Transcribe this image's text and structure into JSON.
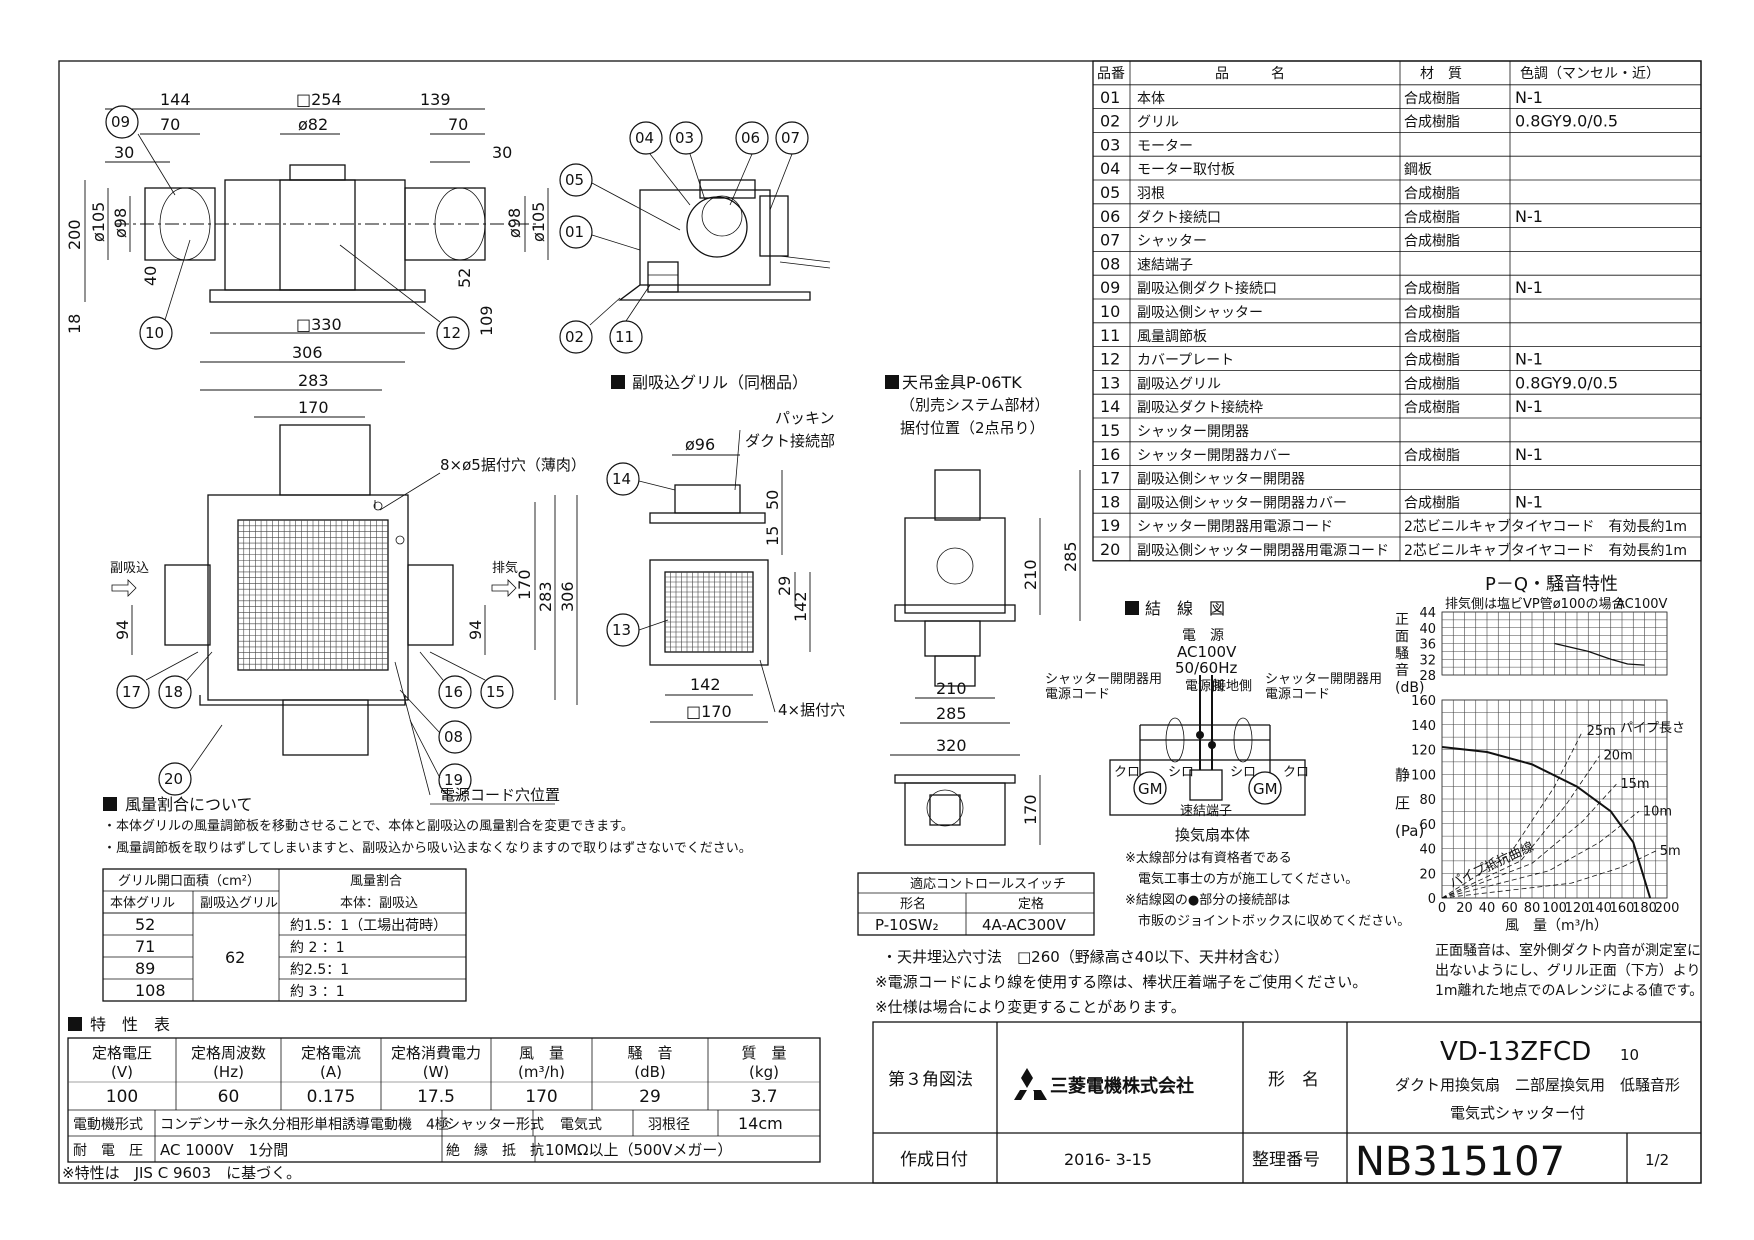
{
  "parts": {
    "headers": [
      "品番",
      "品　　　名",
      "材　質",
      "色調（マンセル・近）"
    ],
    "rows": [
      [
        "01",
        "本体",
        "合成樹脂",
        "N-1"
      ],
      [
        "02",
        "グリル",
        "合成樹脂",
        "0.8GY9.0/0.5"
      ],
      [
        "03",
        "モーター",
        "",
        ""
      ],
      [
        "04",
        "モーター取付板",
        "鋼板",
        ""
      ],
      [
        "05",
        "羽根",
        "合成樹脂",
        ""
      ],
      [
        "06",
        "ダクト接続口",
        "合成樹脂",
        "N-1"
      ],
      [
        "07",
        "シャッター",
        "合成樹脂",
        ""
      ],
      [
        "08",
        "速結端子",
        "",
        ""
      ],
      [
        "09",
        "副吸込側ダクト接続口",
        "合成樹脂",
        "N-1"
      ],
      [
        "10",
        "副吸込側シャッター",
        "合成樹脂",
        ""
      ],
      [
        "11",
        "風量調節板",
        "合成樹脂",
        ""
      ],
      [
        "12",
        "カバープレート",
        "合成樹脂",
        "N-1"
      ],
      [
        "13",
        "副吸込グリル",
        "合成樹脂",
        "0.8GY9.0/0.5"
      ],
      [
        "14",
        "副吸込ダクト接続枠",
        "合成樹脂",
        "N-1"
      ],
      [
        "15",
        "シャッター開閉器",
        "",
        ""
      ],
      [
        "16",
        "シャッター開閉器カバー",
        "合成樹脂",
        "N-1"
      ],
      [
        "17",
        "副吸込側シャッター開閉器",
        "",
        ""
      ],
      [
        "18",
        "副吸込側シャッター開閉器カバー",
        "合成樹脂",
        "N-1"
      ],
      [
        "19",
        "シャッター開閉器用電源コード",
        "2芯ビニルキャブタイヤコード　有効長約1m",
        ""
      ],
      [
        "20",
        "副吸込側シャッター開閉器用電源コード",
        "2芯ビニルキャブタイヤコード　有効長約1m",
        ""
      ]
    ]
  },
  "drawing": {
    "top_dims": [
      "144",
      "□254",
      "139",
      "70",
      "ø82",
      "70",
      "30",
      "30"
    ],
    "side_dims": [
      "200",
      "ø105",
      "ø98",
      "40",
      "18",
      "ø98",
      "ø105",
      "52",
      "109"
    ],
    "bottom_dim": "□330",
    "callouts_front": [
      "09",
      "10",
      "12"
    ],
    "callouts_side": [
      "04",
      "03",
      "06",
      "07",
      "05",
      "01",
      "02",
      "11"
    ],
    "plan_dims": [
      "306",
      "283",
      "170",
      "283",
      "306",
      "170",
      "94",
      "94"
    ],
    "plan_note": "8×ø5据付穴（薄肉）",
    "inlet_label": "副吸込",
    "outlet_label": "排気",
    "callouts_plan": [
      "17",
      "18",
      "16",
      "15",
      "08",
      "19",
      "20"
    ],
    "cord_hole": "電源コード穴位置"
  },
  "sub_grille": {
    "title": "副吸込グリル（同梱品）",
    "labels": [
      "パッキン",
      "ダクト接続部"
    ],
    "dims": [
      "ø96",
      "50",
      "15",
      "29",
      "142",
      "142",
      "□170"
    ],
    "note": "4×据付穴",
    "callouts": [
      "14",
      "13"
    ]
  },
  "hanger": {
    "title": "天吊金具P-06TK",
    "sub1": "（別売システム部材）",
    "sub2": "据付位置（2点吊り）",
    "dims": [
      "210",
      "285",
      "210",
      "285",
      "320",
      "170"
    ]
  },
  "wiring": {
    "title": "結　線　図",
    "power": [
      "電　源",
      "AC100V",
      "50/60Hz"
    ],
    "cord_left": [
      "シャッター開閉器用",
      "電源コード"
    ],
    "cord_right": [
      "シャッター開閉器用",
      "電源コード"
    ],
    "side_labels": [
      "電源側",
      "接地側"
    ],
    "motor": "GM",
    "wire_colors": [
      "クロ",
      "シロ",
      "シロ",
      "クロ"
    ],
    "terminal": "速結端子",
    "body": "換気扇本体",
    "notes": [
      "※太線部分は有資格者である",
      "電気工事士の方が施工してください。",
      "※結線図の●部分の接続部は",
      "市販のジョイントボックスに収めてください。"
    ]
  },
  "airflow": {
    "title": "風量割合について",
    "notes": [
      "・本体グリルの風量調節板を移動させることで、本体と副吸込の風量割合を変更できます。",
      "・風量調節板を取りはずしてしまいますと、副吸込から吸い込まなくなりますので取りはずさないでください。"
    ],
    "header1": "グリル開口面積（cm²）",
    "header2": "風量割合",
    "sub1": "本体グリル",
    "sub2": "副吸込グリル",
    "sub3": "本体：副吸込",
    "rows": [
      [
        "52",
        "約1.5：1（工場出荷時）"
      ],
      [
        "71",
        "約 2 ：1"
      ],
      [
        "89",
        "約2.5：1"
      ],
      [
        "108",
        "約 3 ：1"
      ]
    ],
    "shared": "62"
  },
  "control": {
    "title": "適応コントロールスイッチ",
    "headers": [
      "形名",
      "定格"
    ],
    "row": [
      "P-10SW₂",
      "4A-AC300V"
    ]
  },
  "install_notes": [
    "・天井埋込穴寸法　□260（野縁高さ40以下、天井材含む）",
    "※電源コードにより線を使用する際は、棒状圧着端子をご使用ください。",
    "※仕様は場合により変更することがあります。"
  ],
  "specs": {
    "title": "特　性　表",
    "headers": [
      "定格電圧",
      "定格周波数",
      "定格電流",
      "定格消費電力",
      "風　量",
      "騒　音",
      "質　量"
    ],
    "units": [
      "(V)",
      "(Hz)",
      "(A)",
      "(W)",
      "(m³/h)",
      "(dB)",
      "(kg)"
    ],
    "values": [
      "100",
      "60",
      "0.175",
      "17.5",
      "170",
      "29",
      "3.7"
    ],
    "motor_label": "電動機形式",
    "motor_value": "コンデンサー永久分相形単相誘導電動機　4極",
    "shutter_label": "シャッター形式",
    "shutter_value": "電気式",
    "blade_label": "羽根径",
    "blade_value": "14cm",
    "voltage_label": "耐　電　圧",
    "voltage_value": "AC 1000V　1分間",
    "insulation_label": "絶　縁　抵　抗",
    "insulation_value": "10MΩ以上（500Vメガー）",
    "footnote": "※特性は　JIS C 9603　に基づく。"
  },
  "chart_data": {
    "type": "line",
    "title": "P－Q・騒音特性",
    "note_top": "排気側は塩ビVP管ø100の場合",
    "supply": "AC100V",
    "xlabel": "風　量（m³/h）",
    "ylabel_noise": [
      "正",
      "面",
      "騒",
      "音",
      "(dB)"
    ],
    "ylabel_pressure": [
      "静",
      "圧",
      "(Pa)"
    ],
    "x_ticks": [
      "0",
      "20",
      "40",
      "60",
      "80",
      "100",
      "120",
      "140",
      "160",
      "180",
      "200"
    ],
    "noise_ticks": [
      "44",
      "40",
      "36",
      "32",
      "28"
    ],
    "pressure_ticks": [
      "160",
      "140",
      "120",
      "100",
      "80",
      "60",
      "40",
      "20",
      "0"
    ],
    "noise_ylim": [
      28,
      44
    ],
    "pressure_ylim": [
      0,
      160
    ],
    "xlim": [
      0,
      200
    ],
    "noise_series": {
      "x": [
        100,
        130,
        150,
        165,
        180
      ],
      "y": [
        36,
        34,
        32,
        30.8,
        30.5
      ]
    },
    "pq_series": {
      "x": [
        0,
        40,
        80,
        120,
        150,
        170,
        185
      ],
      "y": [
        122,
        118,
        108,
        90,
        70,
        45,
        0
      ]
    },
    "pipe_label": "パイプ長さ",
    "pipe_curves": [
      {
        "name": "25m",
        "x": [
          0,
          60,
          100,
          125
        ],
        "y": [
          0,
          35,
          90,
          135
        ]
      },
      {
        "name": "20m",
        "x": [
          0,
          70,
          110,
          140
        ],
        "y": [
          0,
          30,
          75,
          115
        ]
      },
      {
        "name": "15m",
        "x": [
          0,
          80,
          125,
          155
        ],
        "y": [
          0,
          28,
          62,
          92
        ]
      },
      {
        "name": "10m",
        "x": [
          0,
          95,
          140,
          175
        ],
        "y": [
          0,
          22,
          45,
          70
        ]
      },
      {
        "name": "5m",
        "x": [
          0,
          115,
          160,
          190
        ],
        "y": [
          0,
          12,
          25,
          38
        ]
      }
    ],
    "pipe_loss_label": "パイプ抵抗曲線",
    "footnote": [
      "正面騒音は、室外側ダクト内音が測定室に",
      "出ないようにし、グリル正面（下方）より",
      "1m離れた地点でのAレンジによる値です。"
    ]
  },
  "titleblock": {
    "projection": "第３角図法",
    "company": "三菱電機株式会社",
    "name_label": "形　名",
    "model": "VD-13ZFCD",
    "model_suffix": "10",
    "desc1": "ダクト用換気扇　二部屋換気用　低騒音形",
    "desc2": "電気式シャッター付",
    "date_label": "作成日付",
    "date": "2016- 3-15",
    "number_label": "整理番号",
    "number": "NB315107",
    "page": "1/2"
  }
}
